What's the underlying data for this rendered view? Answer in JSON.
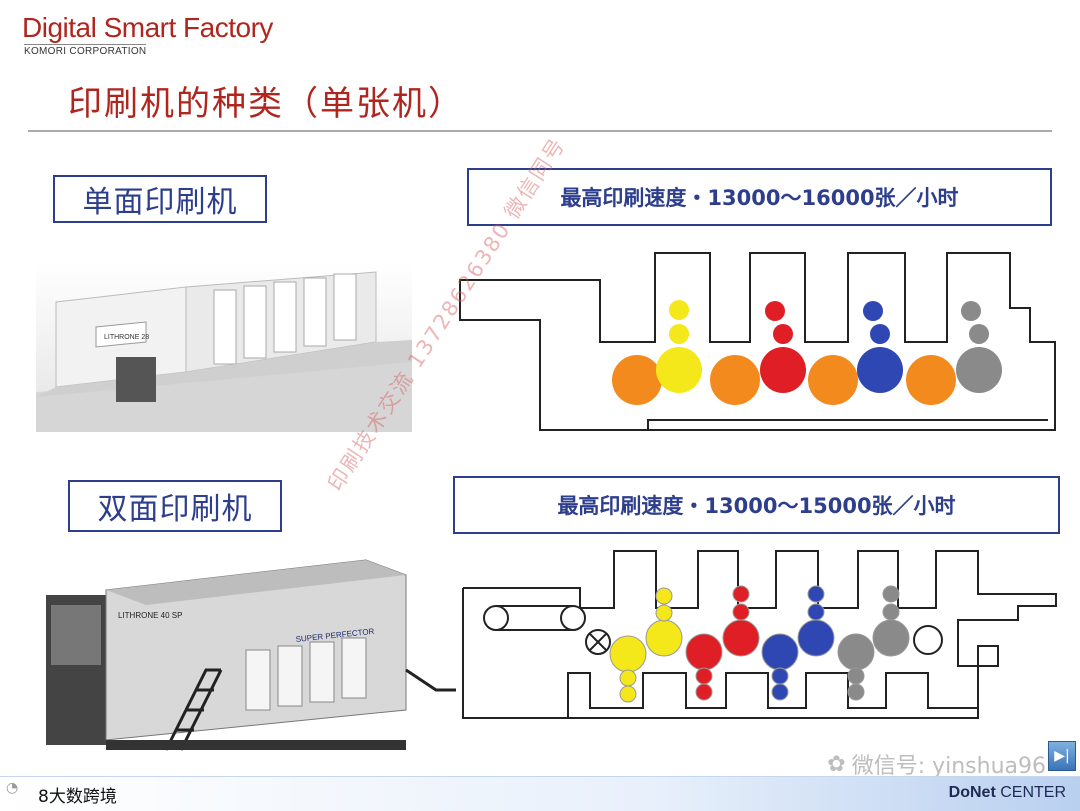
{
  "header": {
    "brand": "Digital Smart Factory",
    "company": "KOMORI CORPORATION",
    "title": "印刷机的种类（单张机）"
  },
  "single_sided": {
    "label": "单面印刷机",
    "speed": "最高印刷速度・13000～16000张／小时",
    "machine_badge": "LITHRONE 28"
  },
  "double_sided": {
    "label": "双面印刷机",
    "speed": "最高印刷速度・13000～15000张／小时",
    "machine_badge": "LITHRONE 40 SP",
    "machine_side": "SUPER PERFECTOR"
  },
  "watermark": "印刷技术交流 13728626380 微信同号",
  "colors": {
    "orange": "#f28a1e",
    "yellow": "#f5e81a",
    "red": "#e01e25",
    "blue": "#2f47b3",
    "gray": "#8a8a8a",
    "accent": "#2d3e8c",
    "title": "#b0261f"
  },
  "footer": {
    "page": "8",
    "corner_text": "大数跨境",
    "wechat": "微信号: yinshua96",
    "company": "DoNet",
    "company_suffix": "CENTER",
    "next_icon": "next-slide-icon"
  }
}
